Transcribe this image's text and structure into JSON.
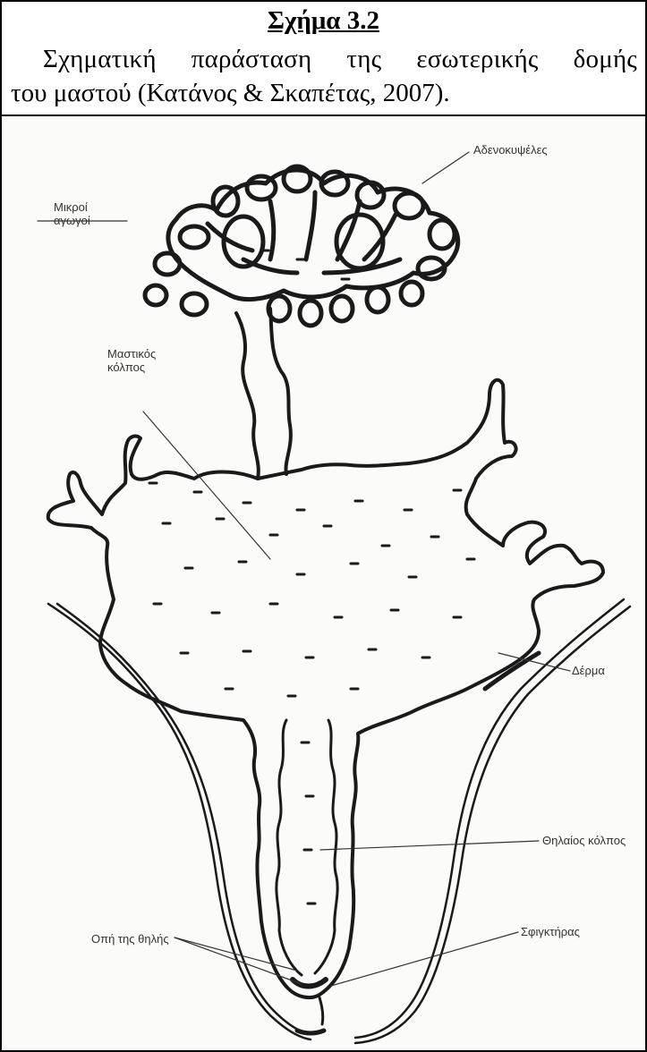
{
  "caption": {
    "title": "Σχήμα 3.2",
    "line1": "Σχηματική παράσταση της εσωτερικής δομής",
    "line2": "του μαστού (Κατάνος & Σκαπέτας, 2007)."
  },
  "labels": {
    "alveoli": "Αδενοκυψέλες",
    "small_ducts_1": "Μικροί",
    "small_ducts_2": "αγωγοί",
    "mammary_sinus_1": "Μαστικός",
    "mammary_sinus_2": "κόλπος",
    "skin": "Δέρμα",
    "teat_sinus": "Θηλαίος κόλπος",
    "sphincter": "Σφιγκτήρας",
    "teat_opening": "Οπή της θηλής"
  },
  "colors": {
    "ink": "#1a1a1a",
    "paper": "#fbfbfa"
  }
}
